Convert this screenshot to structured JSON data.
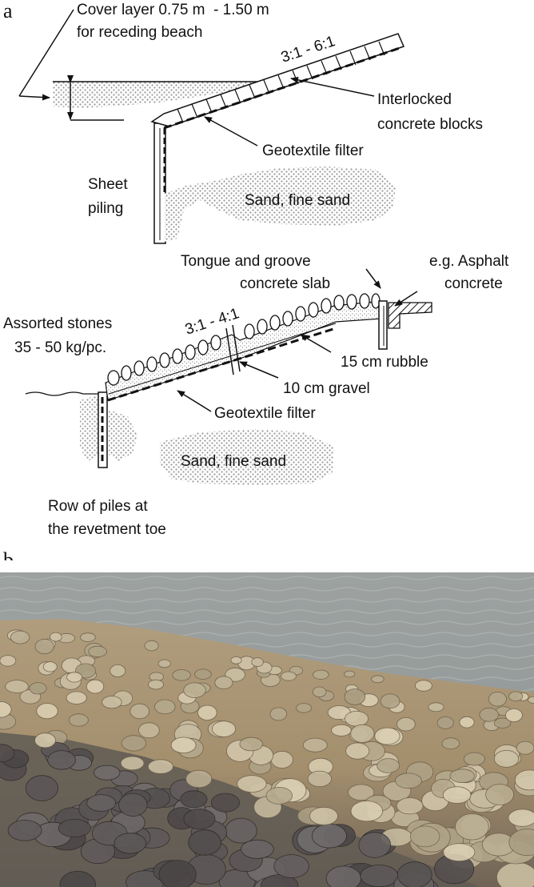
{
  "panel_a": {
    "letter": "a",
    "cover_layer": [
      "Cover layer 0.75 m  - 1.50 m",
      "for receding beach"
    ],
    "slope_top": "3:1 - 6:1",
    "interlocked": [
      "Interlocked",
      "concrete blocks"
    ],
    "geotextile_top": "Geotextile filter",
    "sheet_piling": [
      "Sheet",
      "piling"
    ],
    "sand_top": "Sand, fine sand",
    "tongue_groove": [
      "Tongue and groove",
      "concrete slab"
    ],
    "asphalt": [
      "e.g. Asphalt",
      "concrete"
    ],
    "assorted": [
      "Assorted stones",
      "35 - 50 kg/pc."
    ],
    "slope_bottom": "3:1 - 4:1",
    "rubble": "15 cm rubble",
    "gravel": "10 cm gravel",
    "geotextile_bottom": "Geotextile filter",
    "sand_bottom": "Sand, fine sand",
    "row_piles": [
      "Row of piles at",
      "the revetment toe"
    ]
  },
  "panel_b": {
    "letter": "b"
  }
}
